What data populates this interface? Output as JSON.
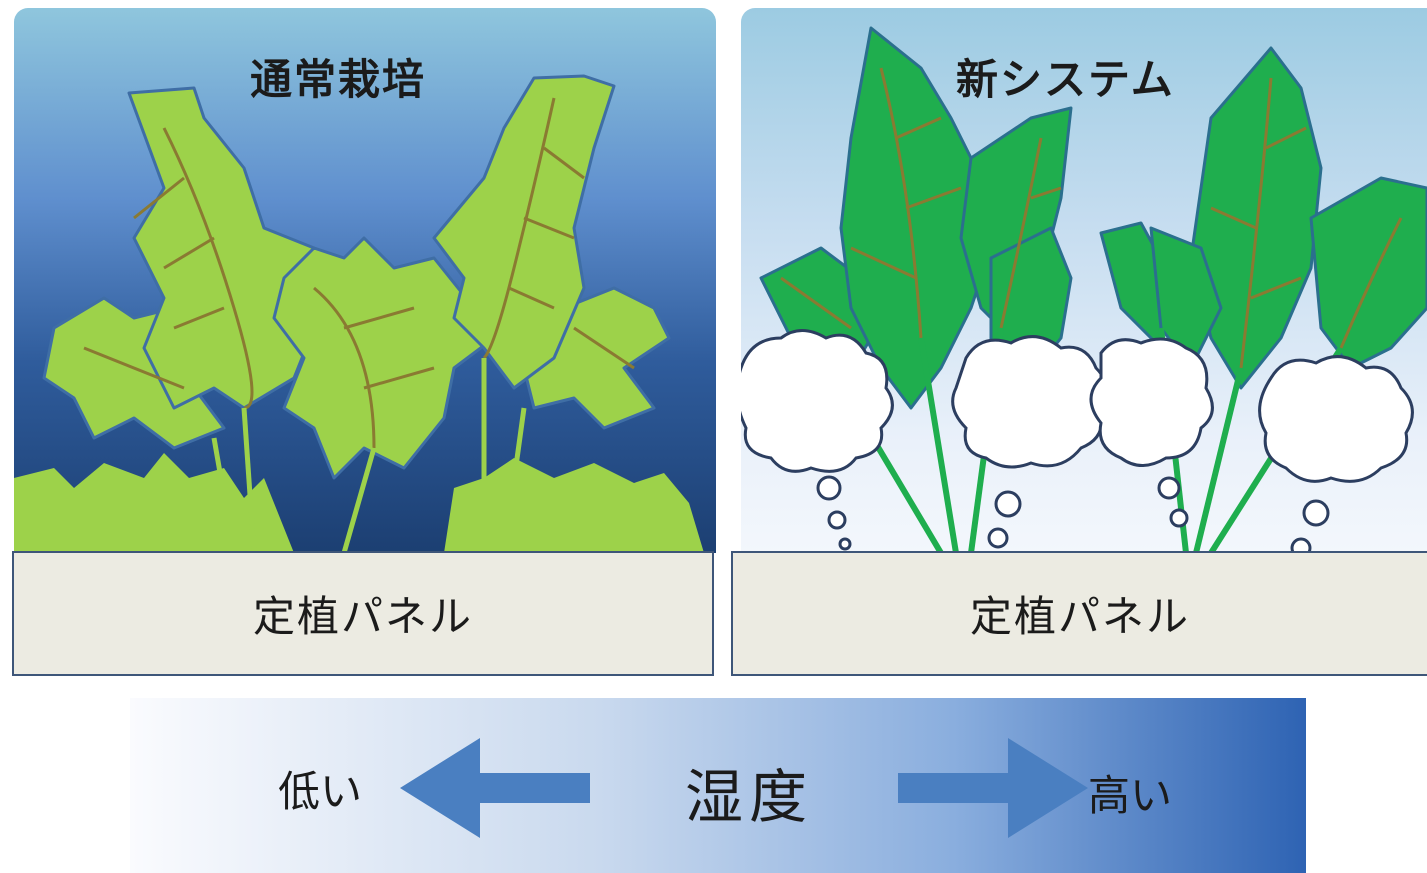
{
  "panels": {
    "left": {
      "title": "通常栽培",
      "base_label": "定植パネル"
    },
    "right": {
      "title": "新システム",
      "base_label": "定植パネル"
    }
  },
  "humidity": {
    "center_label": "湿度",
    "low_label": "低い",
    "high_label": "高い",
    "arrow_color": "#4a7fc1"
  },
  "colors": {
    "leaf_light": "#9dd24a",
    "leaf_dark": "#1fae4e",
    "vein": "#8a7a32",
    "outline": "#2e5a8a"
  }
}
